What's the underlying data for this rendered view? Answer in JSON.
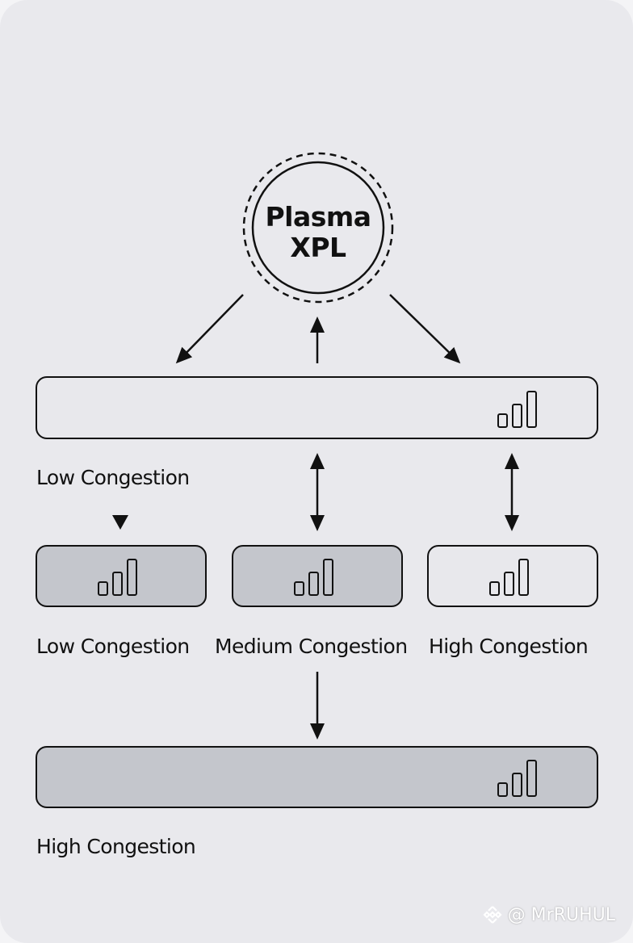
{
  "hub": {
    "line1": "Plasma",
    "line2": "XPL"
  },
  "top_bar": {
    "label": "Low Congestion",
    "fill": "light",
    "icon": "signal-bars-icon"
  },
  "tiers": [
    {
      "label": "Low Congestion",
      "fill": "dark",
      "icon": "signal-bars-icon"
    },
    {
      "label": "Medium Congestion",
      "fill": "dark",
      "icon": "signal-bars-icon"
    },
    {
      "label": "High Congestion",
      "fill": "light",
      "icon": "signal-bars-icon"
    }
  ],
  "bottom_bar": {
    "label": "High Congestion",
    "fill": "dark",
    "icon": "signal-bars-icon"
  },
  "colors": {
    "background": "#e9e9ed",
    "dark_fill": "#c4c6cc",
    "light_fill": "#e8e8ec",
    "stroke": "#111111"
  },
  "watermark": {
    "icon": "binance-logo-icon",
    "text": "@ MrRUHUL"
  }
}
